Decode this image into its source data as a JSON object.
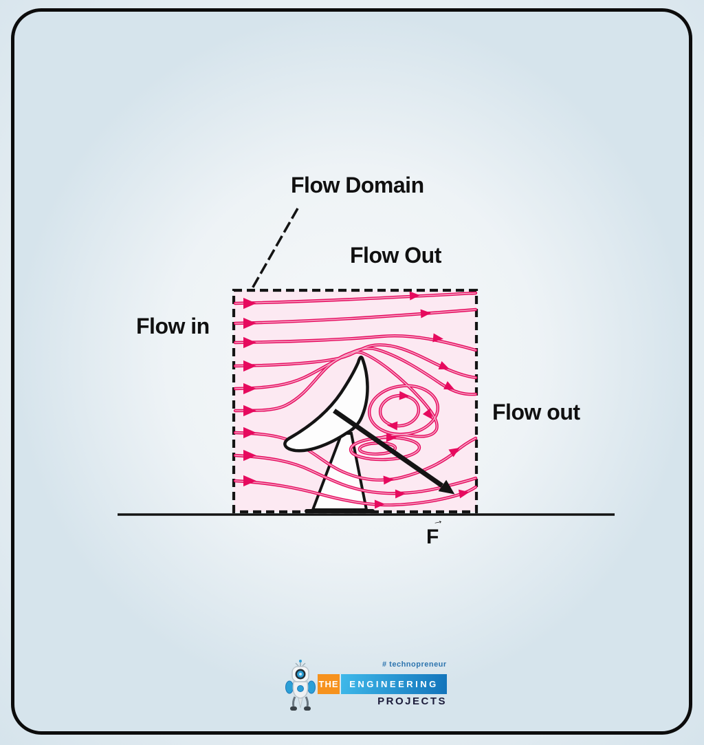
{
  "colors": {
    "stream": "#e60a5e",
    "streamCore": "#f6a3c4",
    "domainFill": "#fce9f2",
    "ink": "#141414",
    "bgCenter": "#f6f8f9",
    "bgEdge": "#d6e4ec",
    "logoOrange": "#f6921e",
    "logoBlueLight": "#3fb9ea",
    "logoBlueDark": "#1273ba",
    "logoTagline": "#2d74ae",
    "logoProjects": "#1b1b3a"
  },
  "diagram": {
    "flow_domain_label": "Flow Domain",
    "flow_out_top_label": "Flow Out",
    "flow_in_label": "Flow in",
    "flow_out_right_label": "Flow out",
    "force_label": "F",
    "force_arrow": "→"
  },
  "logo": {
    "tagline": "# technopreneur",
    "word_the": "THE",
    "word_engineering": "ENGINEERING",
    "word_projects": "PROJECTS"
  }
}
